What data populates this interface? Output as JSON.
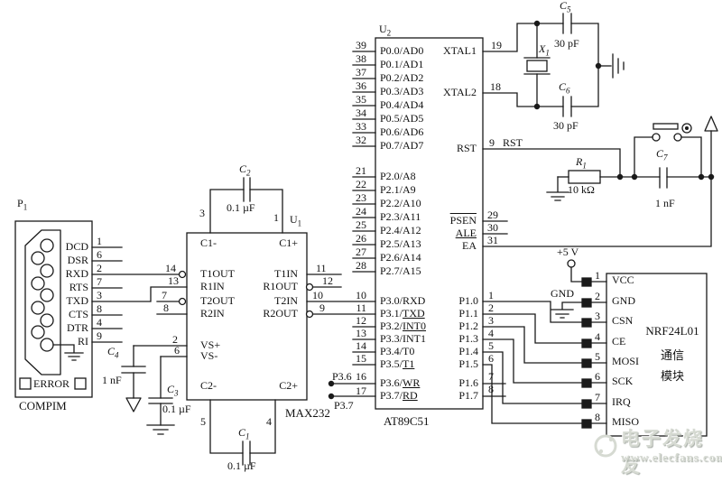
{
  "compim": {
    "ref": "P",
    "ref_sub": "1",
    "name": "COMPIM",
    "error_label": "ERROR",
    "pins": [
      {
        "num": "1",
        "name": "DCD"
      },
      {
        "num": "6",
        "name": "DSR"
      },
      {
        "num": "2",
        "name": "RXD"
      },
      {
        "num": "7",
        "name": "RTS"
      },
      {
        "num": "3",
        "name": "TXD"
      },
      {
        "num": "8",
        "name": "CTS"
      },
      {
        "num": "4",
        "name": "DTR"
      },
      {
        "num": "9",
        "name": "RI"
      }
    ]
  },
  "max232": {
    "ref": "U",
    "ref_sub": "1",
    "name": "MAX232",
    "corner_pins": {
      "c1_minus": {
        "num": "3",
        "name": "C1-"
      },
      "c1_plus": {
        "num": "1",
        "name": "C1+"
      },
      "c2_minus": {
        "num": "5",
        "name": "C2-"
      },
      "c2_plus": {
        "num": "4",
        "name": "C2+"
      }
    },
    "left_pins": [
      {
        "num": "14",
        "name": "T1OUT"
      },
      {
        "num": "13",
        "name": "R1IN"
      },
      {
        "num": "7",
        "name": "T2OUT"
      },
      {
        "num": "8",
        "name": "R2IN"
      },
      {
        "num": "2",
        "name": "VS+"
      },
      {
        "num": "6",
        "name": "VS-"
      }
    ],
    "right_pins": [
      {
        "num": "11",
        "name": "T1IN"
      },
      {
        "num": "12",
        "name": "R1OUT"
      },
      {
        "num": "10",
        "name": "T2IN"
      },
      {
        "num": "9",
        "name": "R2OUT"
      }
    ]
  },
  "mcu": {
    "ref": "U",
    "ref_sub": "2",
    "name": "AT89C51",
    "p0_pins": [
      {
        "num": "39",
        "name": "P0.0/AD0"
      },
      {
        "num": "38",
        "name": "P0.1/AD1"
      },
      {
        "num": "37",
        "name": "P0.2/AD2"
      },
      {
        "num": "36",
        "name": "P0.3/AD3"
      },
      {
        "num": "35",
        "name": "P0.4/AD4"
      },
      {
        "num": "34",
        "name": "P0.5/AD5"
      },
      {
        "num": "33",
        "name": "P0.6/AD6"
      },
      {
        "num": "32",
        "name": "P0.7/AD7"
      }
    ],
    "p2_pins": [
      {
        "num": "21",
        "name": "P2.0/A8"
      },
      {
        "num": "22",
        "name": "P2.1/A9"
      },
      {
        "num": "23",
        "name": "P2.2/A10"
      },
      {
        "num": "24",
        "name": "P2.3/A11"
      },
      {
        "num": "25",
        "name": "P2.4/A12"
      },
      {
        "num": "26",
        "name": "P2.5/A13"
      },
      {
        "num": "27",
        "name": "P2.6/A14"
      },
      {
        "num": "28",
        "name": "P2.7/A15"
      }
    ],
    "p3_pins": [
      {
        "num": "10",
        "prefix": "P3.0/",
        "signal": "RXD"
      },
      {
        "num": "11",
        "prefix": "P3.1/",
        "signal": "TXD"
      },
      {
        "num": "12",
        "prefix": "P3.2/",
        "signal": "INT0"
      },
      {
        "num": "13",
        "prefix": "P3.3/",
        "signal": "INT1"
      },
      {
        "num": "14",
        "prefix": "P3.4/",
        "signal": "T0"
      },
      {
        "num": "15",
        "prefix": "P3.5/",
        "signal": "T1"
      },
      {
        "num": "16",
        "prefix": "P3.6/",
        "signal": "WR"
      },
      {
        "num": "17",
        "prefix": "P3.7/",
        "signal": "RD"
      }
    ],
    "p1_pins": [
      {
        "num": "1",
        "name": "P1.0"
      },
      {
        "num": "2",
        "name": "P1.1"
      },
      {
        "num": "3",
        "name": "P1.2"
      },
      {
        "num": "4",
        "name": "P1.3"
      },
      {
        "num": "5",
        "name": "P1.4"
      },
      {
        "num": "6",
        "name": "P1.5"
      },
      {
        "num": "7",
        "name": "P1.6"
      },
      {
        "num": "8",
        "name": "P1.7"
      }
    ],
    "xtal1": {
      "num": "19",
      "name": "XTAL1"
    },
    "xtal2": {
      "num": "18",
      "name": "XTAL2"
    },
    "rst": {
      "num": "9",
      "name": "RST",
      "net": "RST"
    },
    "psen": {
      "num": "29",
      "name": "PSEN"
    },
    "ale": {
      "num": "30",
      "name": "ALE"
    },
    "ea": {
      "num": "31",
      "name": "EA"
    }
  },
  "nrf": {
    "title": "NRF24L01",
    "subtitle1": "通信",
    "subtitle2": "模块",
    "pins": [
      {
        "num": "1",
        "name": "VCC"
      },
      {
        "num": "2",
        "name": "GND"
      },
      {
        "num": "3",
        "name": "CSN"
      },
      {
        "num": "4",
        "name": "CE"
      },
      {
        "num": "5",
        "name": "MOSI"
      },
      {
        "num": "6",
        "name": "SCK"
      },
      {
        "num": "7",
        "name": "IRQ"
      },
      {
        "num": "8",
        "name": "MISO"
      }
    ]
  },
  "passives": {
    "c1": {
      "ref": "C",
      "sub": "1",
      "value": "0.1 µF"
    },
    "c2": {
      "ref": "C",
      "sub": "2",
      "value": "0.1 µF"
    },
    "c3": {
      "ref": "C",
      "sub": "3",
      "value": "0.1 µF"
    },
    "c4": {
      "ref": "C",
      "sub": "4",
      "value": "1 nF"
    },
    "c5": {
      "ref": "C",
      "sub": "5",
      "value": "30 pF"
    },
    "c6": {
      "ref": "C",
      "sub": "6",
      "value": "30 pF"
    },
    "c7": {
      "ref": "C",
      "sub": "7",
      "value": "1 nF"
    },
    "r1": {
      "ref": "R",
      "sub": "1",
      "value": "10 kΩ"
    },
    "x1": {
      "ref": "X",
      "sub": "1"
    }
  },
  "nets": {
    "vcc5": "+5 V",
    "gnd": "GND",
    "p36": "P3.6",
    "p37": "P3.7"
  },
  "watermark": {
    "line1": "电子发烧友",
    "line2": "www.elecfans.com"
  }
}
